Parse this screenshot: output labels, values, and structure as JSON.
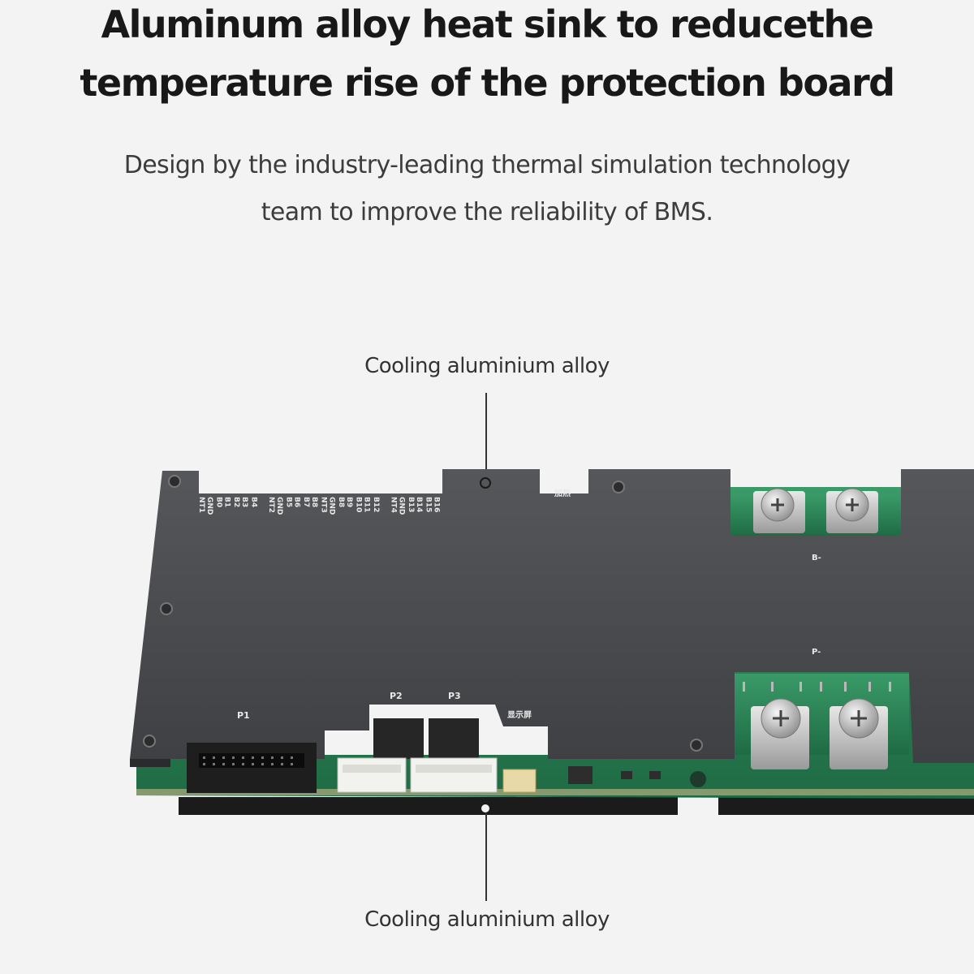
{
  "headline": {
    "line1": "Aluminum alloy heat sink to reducethe",
    "line2": "temperature rise of the protection board"
  },
  "description": {
    "line1": "Design by the industry-leading thermal simulation technology",
    "line2": "team to improve the reliability of BMS."
  },
  "callouts": {
    "top": "Cooling aluminium alloy",
    "bottom": "Cooling aluminium alloy"
  },
  "board_labels": {
    "pins_row1": [
      "NT1",
      "B0",
      "B2",
      "B4",
      "NT2",
      "B5",
      "B7",
      "NT3",
      "B8",
      "B10",
      "B12",
      "NT4",
      "B13",
      "B15"
    ],
    "pins_row2": [
      "GND",
      "B1",
      "B3",
      "",
      "GND",
      "B6",
      "B8",
      "GND",
      "B9",
      "B11",
      "",
      "GND",
      "B14",
      "B16"
    ],
    "heating": "加热",
    "b_minus": "B-",
    "p_minus": "P-",
    "p1": "P1",
    "p2": "P2",
    "p3": "P3",
    "display": "显示屏"
  },
  "colors": {
    "background": "#f3f3f3",
    "heatsink": "#4a4b4d",
    "pcb": "#2f8a5a",
    "text_dark": "#181818"
  }
}
